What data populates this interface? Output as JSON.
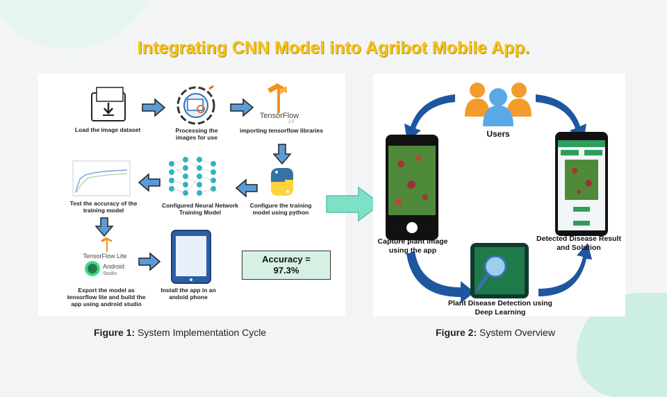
{
  "title": "Integrating CNN Model into Agribot Mobile App.",
  "figure1": {
    "caption_bold": "Figure 1:",
    "caption_text": " System Implementation Cycle",
    "steps": {
      "load": "Load the image dataset",
      "process": "Processing the images for use",
      "tf_import": "importing tensorflow libraries",
      "configure": "Configure the training model using python",
      "nn": "Configured Neural Network Training Model",
      "test": "Test the accuracy of the training model",
      "export": "Export the model as tensorflow lite and build the app using android studio",
      "install": "Install the app in an andoid phone"
    },
    "logos": {
      "tensorflow": "TensorFlow",
      "tf_version": "2.0",
      "tflite": "TensorFlow Lite",
      "android": "Android",
      "android_studio": "Studio"
    },
    "accuracy_line1": "Accuracy =",
    "accuracy_line2": "97.3%"
  },
  "figure2": {
    "caption_bold": "Figure 2:",
    "caption_text": " System Overview",
    "users": "Users",
    "capture": "Capture plant image using the app",
    "detected": "Detected Disease Result and Solution",
    "detection": "Plant Disease Detection using Deep Learning"
  },
  "colors": {
    "title": "#f5c518",
    "arrow": "#1e56a0",
    "accuracy_bg": "#d6f1e3",
    "connector": "#7fe0c8"
  }
}
